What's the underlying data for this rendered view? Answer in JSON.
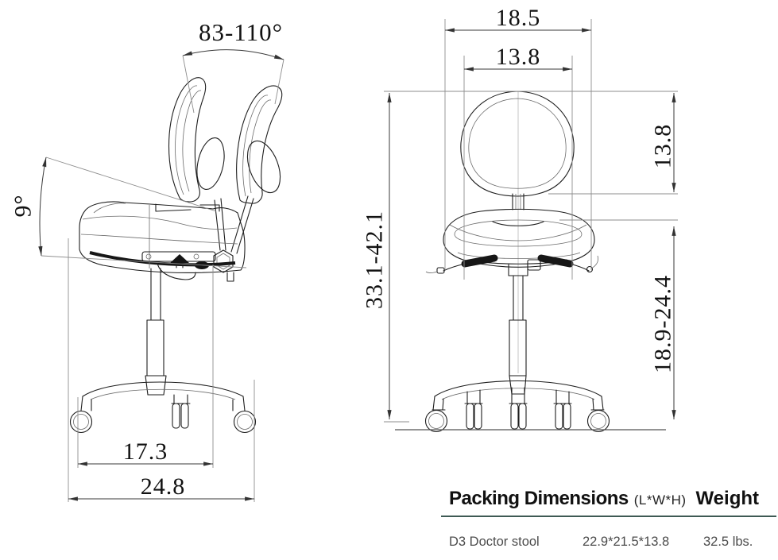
{
  "side_view": {
    "back_tilt_angle": "83-110°",
    "seat_tilt_angle": "9°",
    "inner_base_width": "17.3",
    "outer_base_width": "24.8"
  },
  "front_view": {
    "seat_width": "18.5",
    "backrest_width": "13.8",
    "backrest_height": "13.8",
    "overall_height": "33.1-42.1",
    "seat_height_range": "18.9-24.4"
  },
  "spec_table": {
    "header": {
      "packing": "Packing Dimensions",
      "packing_suffix": "(L*W*H)",
      "weight": "Weight"
    },
    "rows": [
      {
        "model": "D3 Doctor stool",
        "packing": "22.9*21.5*13.8",
        "weight": "32.5 lbs."
      }
    ]
  },
  "colors": {
    "drawing_line": "#1e1e1e",
    "dimension_line": "#3a3a3a",
    "divider": "#3e5a54",
    "row_text": "#4c4c4c",
    "background": "#ffffff"
  }
}
